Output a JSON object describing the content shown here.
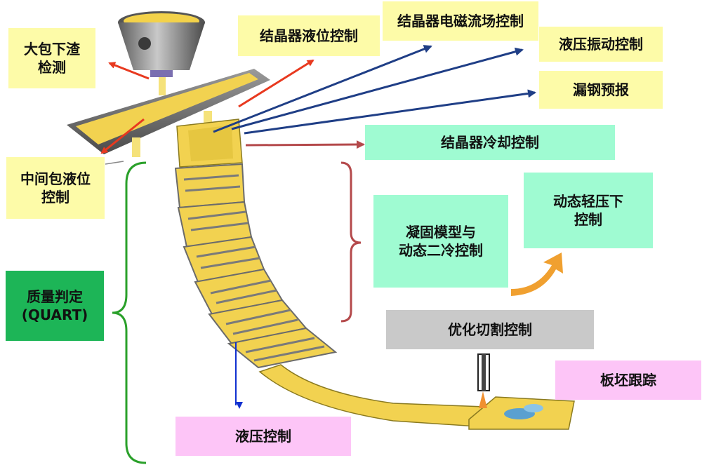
{
  "labels": {
    "ladle_slag": "大包下渣\n检测",
    "tundish_level": "中间包液位\n控制",
    "quality": "质量判定\n(QUART)",
    "mold_level": "结晶器液位控制",
    "mold_em": "结晶器电磁流场控制",
    "hydraulic_osc": "液压振动控制",
    "breakout": "漏钢预报",
    "mold_cooling": "结晶器冷却控制",
    "solidification": "凝固模型与\n动态二冷控制",
    "soft_reduction": "动态轻压下\n控制",
    "cutting": "优化切割控制",
    "slab_tracking": "板坯跟踪",
    "hydraulic": "液压控制"
  },
  "colors": {
    "yellow_box": "#fdfba8",
    "green_box": "#9ffbd2",
    "dark_green_box": "#1db557",
    "gray_box": "#c9c9c9",
    "pink_box": "#fdc5f7",
    "steel_yellow": "#f2d250",
    "red_arrow": "#e8391f",
    "blue_arrow": "#1f3e86",
    "brown_line": "#b4494b",
    "green_brace": "#2aa02a",
    "orange_arrow": "#f0a030"
  }
}
